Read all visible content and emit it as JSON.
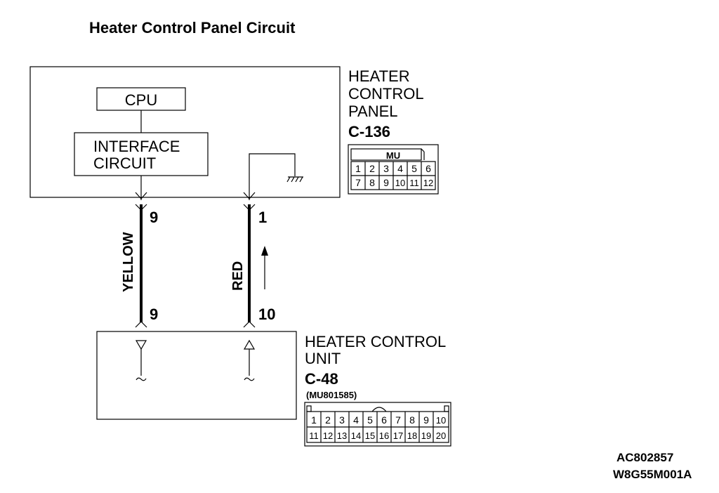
{
  "title": "Heater Control Panel Circuit",
  "panel": {
    "name_lines": [
      "HEATER",
      "CONTROL",
      "PANEL"
    ],
    "connector": "C-136",
    "connector_tag": "MU",
    "cpu_label": "CPU",
    "interface_lines": [
      "INTERFACE",
      "CIRCUIT"
    ],
    "pins_top": [
      "1",
      "2",
      "3",
      "4",
      "5",
      "6"
    ],
    "pins_bottom": [
      "7",
      "8",
      "9",
      "10",
      "11",
      "12"
    ]
  },
  "unit": {
    "name_lines": [
      "HEATER CONTROL",
      "UNIT"
    ],
    "connector": "C-48",
    "part_number": "(MU801585)",
    "pins_top": [
      "1",
      "2",
      "3",
      "4",
      "5",
      "6",
      "7",
      "8",
      "9",
      "10"
    ],
    "pins_bottom": [
      "11",
      "12",
      "13",
      "14",
      "15",
      "16",
      "17",
      "18",
      "19",
      "20"
    ]
  },
  "wires": [
    {
      "color_label": "YELLOW",
      "panel_pin": "9",
      "unit_pin": "9"
    },
    {
      "color_label": "RED",
      "panel_pin": "1",
      "unit_pin": "10"
    }
  ],
  "refs": [
    "AC802857",
    "W8G55M001A"
  ]
}
